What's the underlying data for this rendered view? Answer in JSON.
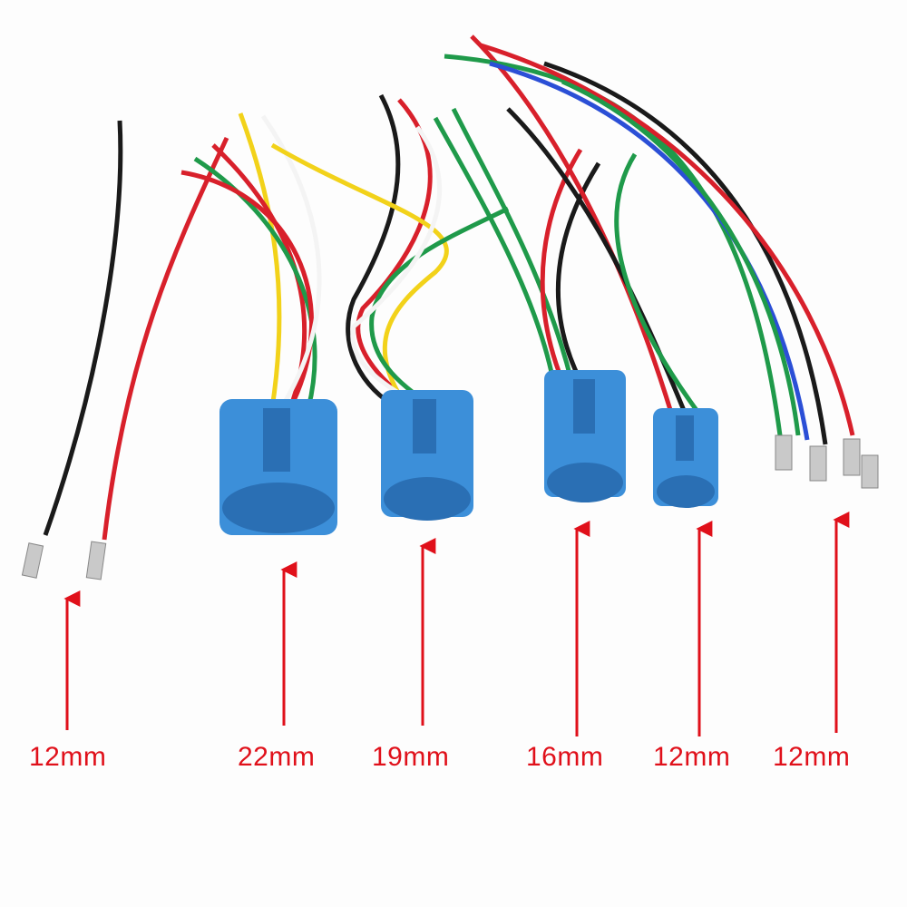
{
  "labels": [
    "12mm",
    "22mm",
    "19mm",
    "16mm",
    "12mm",
    "12mm"
  ],
  "colors": {
    "red": "#d8202b",
    "black": "#1a1a1a",
    "green": "#1f9a4a",
    "blue": "#2b4fd6",
    "yellow": "#f2d21a",
    "white": "#f4f4f4",
    "connector": "#3c8fd9",
    "connector_dark": "#2a6fb4",
    "terminal": "#c9c9c9",
    "arrow": "#e0101a"
  }
}
